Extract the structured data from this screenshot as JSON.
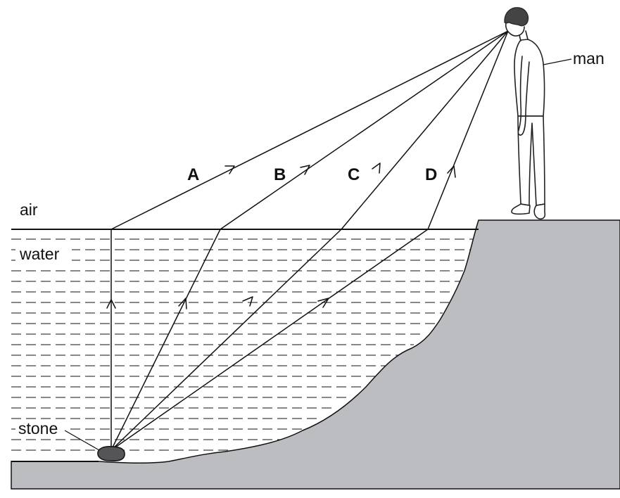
{
  "labels": {
    "air": "air",
    "water": "water",
    "stone": "stone",
    "man": "man"
  },
  "rays": [
    {
      "id": "A",
      "label": "A"
    },
    {
      "id": "B",
      "label": "B"
    },
    {
      "id": "C",
      "label": "C"
    },
    {
      "id": "D",
      "label": "D"
    }
  ],
  "colors": {
    "ground": "#bcbdc0",
    "stone": "#555558",
    "line": "#111111"
  }
}
